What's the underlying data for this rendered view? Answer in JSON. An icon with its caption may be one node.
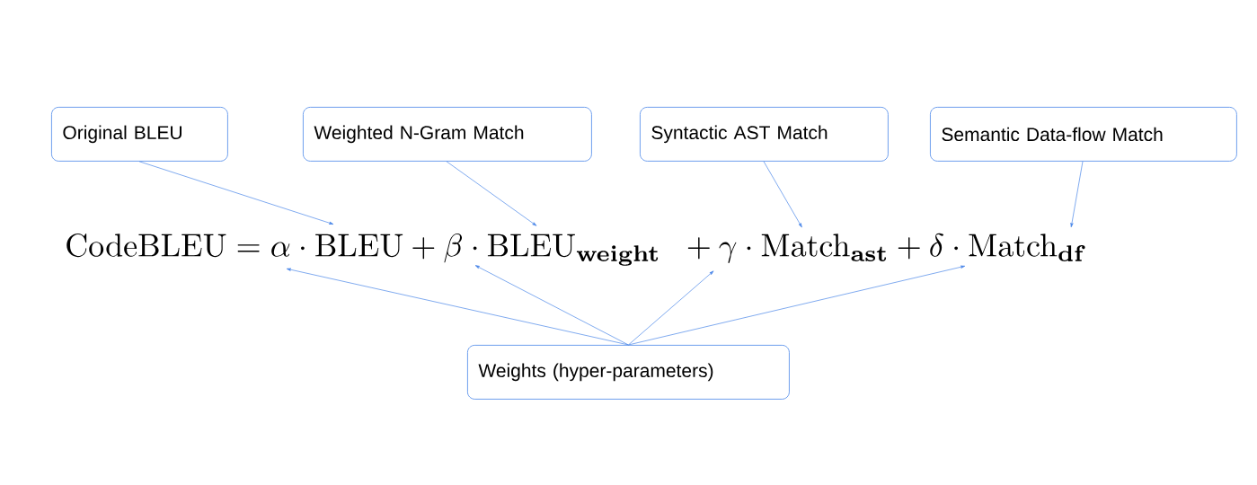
{
  "diagram": {
    "nodes": [
      {
        "text": [
          "Original BLEU"
        ]
      },
      {
        "text": [
          "Weighted N-Gram Match"
        ]
      },
      {
        "text": [
          "Syntactic AST Match"
        ]
      },
      {
        "text": [
          "Semantic Data-flow Match"
        ]
      },
      {
        "text": [
          "\\mathrm{CodeBLEU} =\\alpha \\cdot \\mathrm{BLEU} + \\beta \\cdot \\mathrm{BLEU}_{\\mathbf{weight}}\\ \\ +\\gamma \\cdot \\mathrm{Match}_{\\mathbf{ast}} + \\delta \\cdot \\mathrm{Match}_{\\mathbf{df}}"
        ]
      },
      {
        "text": [
          "Weights (hyper-parameters)"
        ]
      }
    ],
    "edges": [
      {
        "from": 0,
        "to": 4,
        "arrow": "to"
      },
      {
        "from": 1,
        "to": 4,
        "arrow": "to"
      },
      {
        "from": 2,
        "to": 4,
        "arrow": "to"
      },
      {
        "from": 3,
        "to": 4,
        "arrow": "to"
      },
      {
        "from": 5,
        "to": 4,
        "arrow": "to"
      },
      {
        "from": 5,
        "to": 4,
        "arrow": "to"
      },
      {
        "from": 5,
        "to": 4,
        "arrow": "to"
      },
      {
        "from": 5,
        "to": 4,
        "arrow": "to"
      }
    ]
  }
}
